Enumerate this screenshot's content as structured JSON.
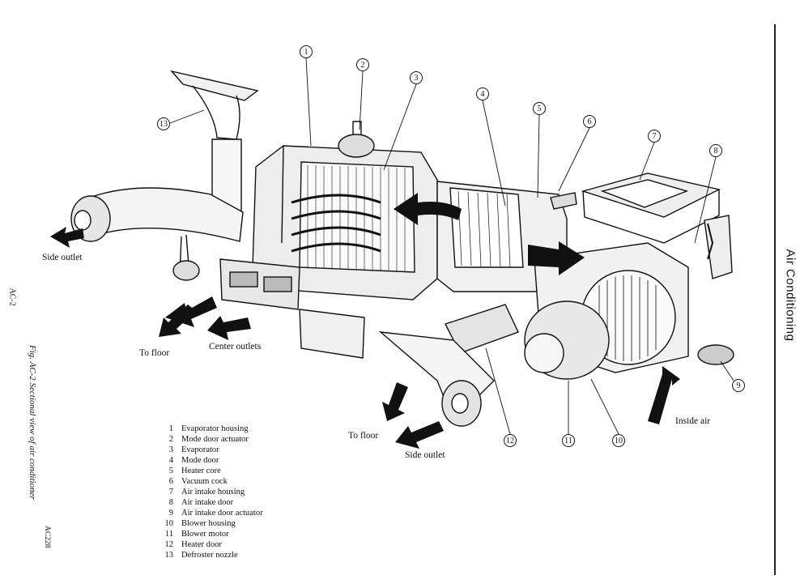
{
  "title": "Air Conditioning",
  "caption": "Fig. AC-2 Sectional view of air conditioner",
  "page_code": "AC228",
  "margin_code": "AC-2",
  "flow_labels": {
    "side_outlet_left": "Side outlet",
    "to_floor_left": "To floor",
    "center_outlets": "Center outlets",
    "to_floor_right": "To floor",
    "side_outlet_right": "Side outlet",
    "inside_air": "Inside air"
  },
  "callouts": [
    {
      "num": "1"
    },
    {
      "num": "2"
    },
    {
      "num": "3"
    },
    {
      "num": "4"
    },
    {
      "num": "5"
    },
    {
      "num": "6"
    },
    {
      "num": "7"
    },
    {
      "num": "8"
    },
    {
      "num": "9"
    },
    {
      "num": "10"
    },
    {
      "num": "11"
    },
    {
      "num": "12"
    },
    {
      "num": "13"
    }
  ],
  "legend": [
    {
      "num": "1",
      "label": "Evaporator housing"
    },
    {
      "num": "2",
      "label": "Mode door actuator"
    },
    {
      "num": "3",
      "label": "Evaporator"
    },
    {
      "num": "4",
      "label": "Mode door"
    },
    {
      "num": "5",
      "label": "Heater core"
    },
    {
      "num": "6",
      "label": "Vacuum cock"
    },
    {
      "num": "7",
      "label": "Air intake housing"
    },
    {
      "num": "8",
      "label": "Air intake door"
    },
    {
      "num": "9",
      "label": "Air intake door actuator"
    },
    {
      "num": "10",
      "label": "Blower housing"
    },
    {
      "num": "11",
      "label": "Blower motor"
    },
    {
      "num": "12",
      "label": "Heater door"
    },
    {
      "num": "13",
      "label": "Defroster nozzle"
    }
  ]
}
